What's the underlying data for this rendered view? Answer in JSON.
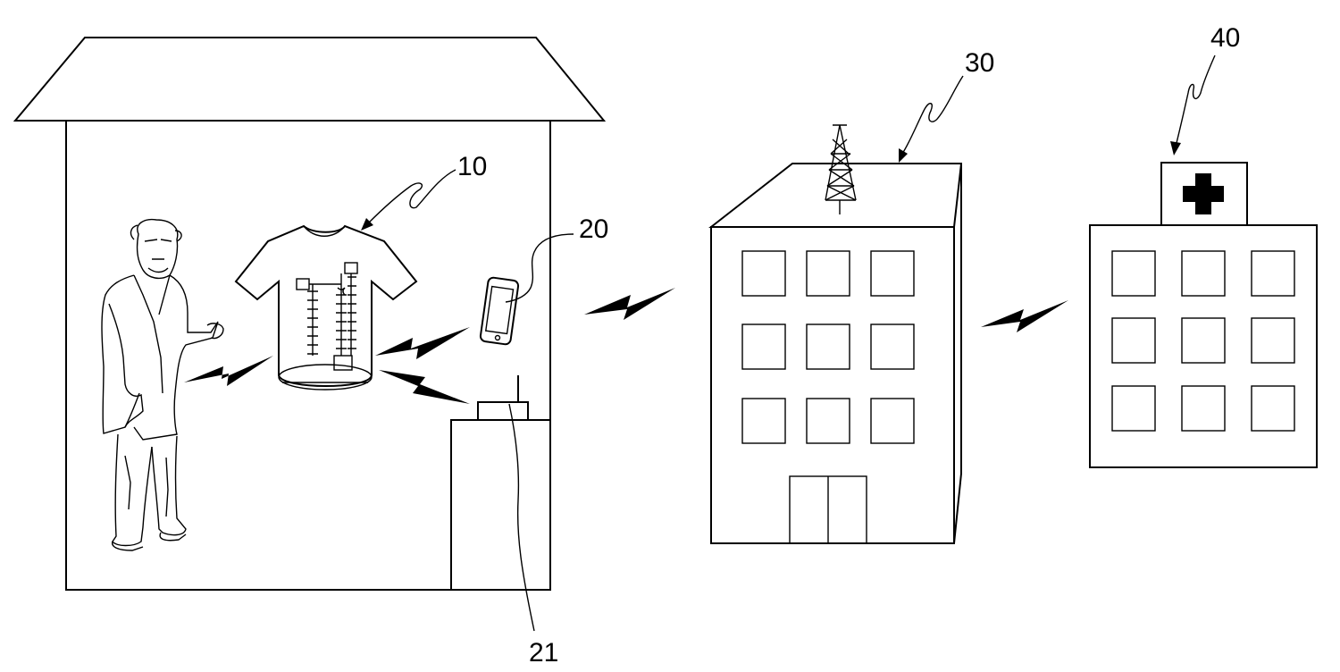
{
  "labels": {
    "garment": "10",
    "smartphone": "20",
    "gateway": "21",
    "server_building": "30",
    "hospital": "40"
  },
  "colors": {
    "ink": "#000000",
    "paper": "#ffffff"
  }
}
